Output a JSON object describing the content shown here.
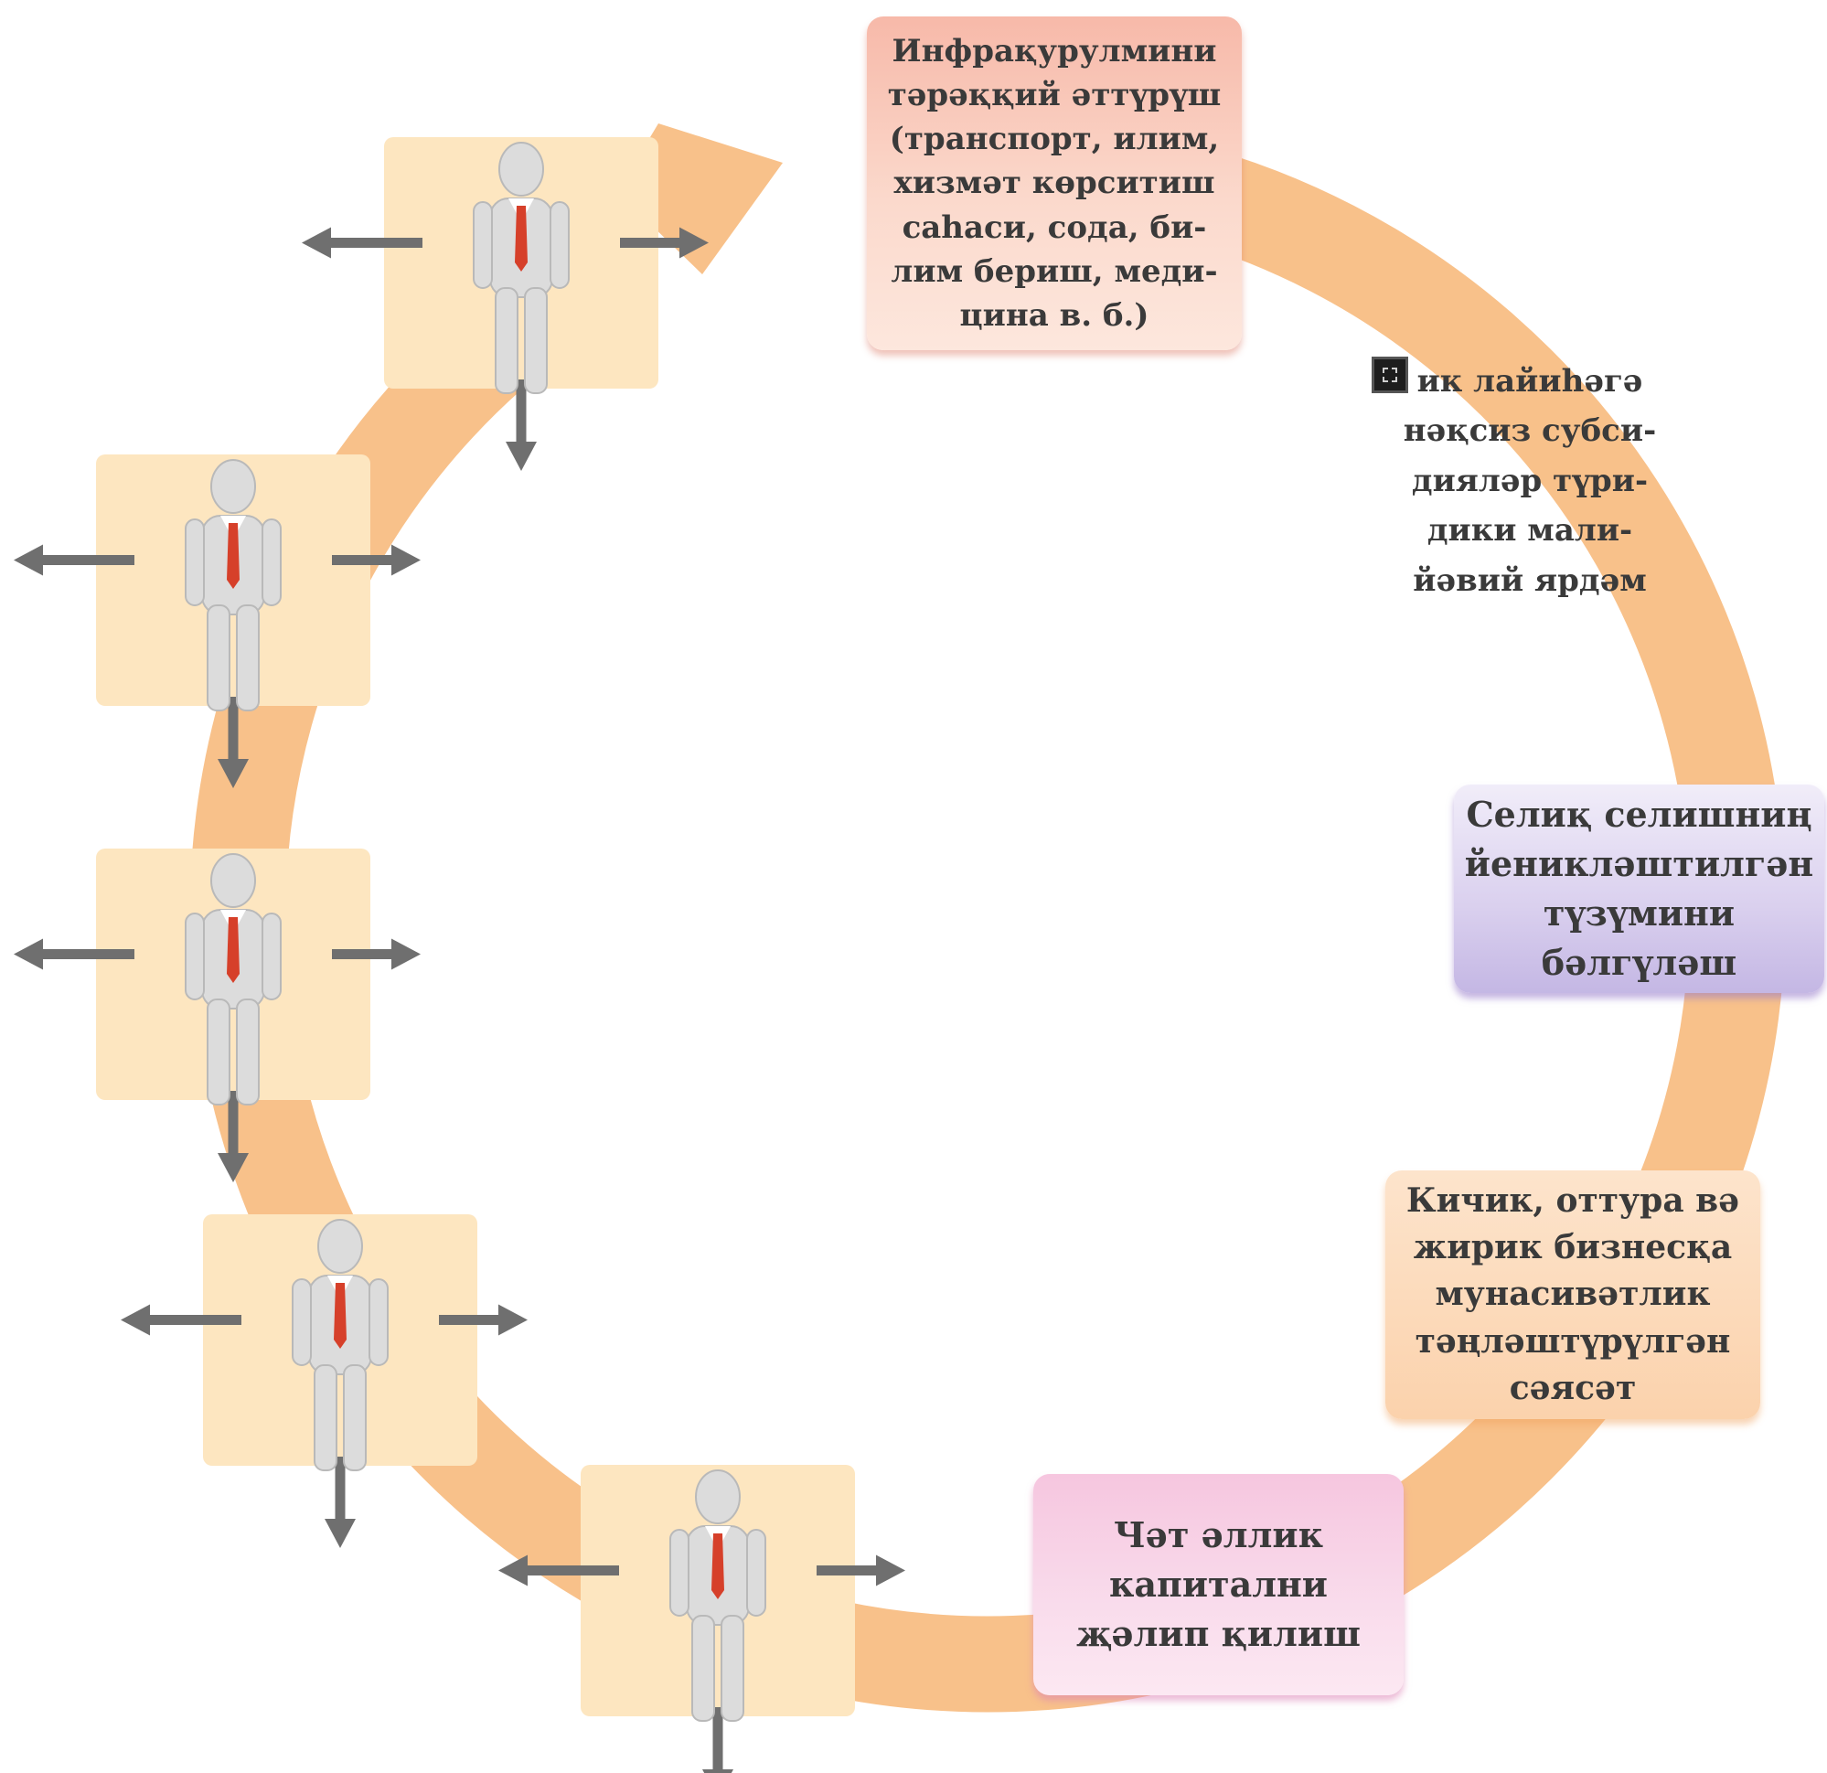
{
  "diagram": {
    "colors": {
      "ring": "#f8c18a",
      "person_tile": "#fde6c0",
      "arrow": "#6f6f6f",
      "tie": "#d6402a",
      "person": "#dcdcdc"
    },
    "icons": {
      "person": "person-in-suit-icon",
      "arrow": "arrow-icon",
      "glitch": "broken-image-icon"
    },
    "nodes": {
      "infrastructure": "Инфрақурулмини\nтәрәққий әттүрүш\n(транспорт, илим,\nхизмәт көрситиш\nсаһаси, сода, би-\nлим бериш, меди-\nцина в. б.)",
      "subsidies": "ик лайиһәгә\nнәқсиз субси-\nдияләр түри-\nдики мали-\nйәвий ярдәм",
      "tax": "Селиқ селишниң\nйеникләштилгән\nтүзүмини\nбәлгүләш",
      "business": "Кичик, оттура вә\nжирик бизнесқа\nмунасивәтлик\nтәңләштүрүлгән\nсәясәт",
      "capital": "Чәт әллик\nкапитални\nҗәлип қилиш"
    }
  }
}
